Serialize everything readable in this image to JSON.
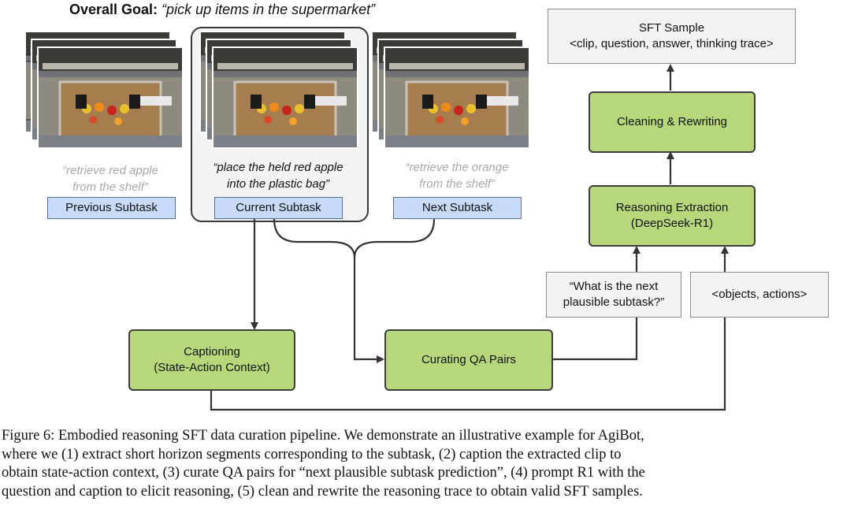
{
  "goal": {
    "label": "Overall Goal:",
    "text": "“pick up items in the supermarket”"
  },
  "subtasks": {
    "previous": {
      "quote_line1": "“retrieve red apple",
      "quote_line2": "from the shelf”",
      "label": "Previous Subtask"
    },
    "current": {
      "quote_line1": "“place the held red apple",
      "quote_line2": "into the plastic bag”",
      "label": "Current Subtask"
    },
    "next": {
      "quote_line1": "“retrieve the orange",
      "quote_line2": "from the shelf”",
      "label": "Next Subtask"
    }
  },
  "nodes": {
    "captioning": {
      "line1": "Captioning",
      "line2": "(State-Action Context)"
    },
    "curating": {
      "label": "Curating QA Pairs"
    },
    "question": {
      "line1": "“What is the next",
      "line2": "plausible subtask?”"
    },
    "objects": {
      "label": "<objects, actions>"
    },
    "reasoning": {
      "line1": "Reasoning Extraction",
      "line2": "(DeepSeek-R1)"
    },
    "cleaning": {
      "label": "Cleaning & Rewriting"
    },
    "sft": {
      "line1": "SFT Sample",
      "line2": "<clip, question, answer, thinking trace>"
    }
  },
  "caption": {
    "line1": "Figure 6: Embodied reasoning SFT data curation pipeline. We demonstrate an illustrative example for AgiBot,",
    "line2": "where we (1) extract short horizon segments corresponding to the subtask, (2) caption the extracted clip to",
    "line3": "obtain state-action context, (3) curate QA pairs for “next plausible subtask prediction”, (4) prompt R1 with the",
    "line4": "question and caption to elicit reasoning, (5) clean and rewrite the reasoning trace to obtain valid SFT samples."
  },
  "colors": {
    "green_node": "#b6d77a",
    "subtask_blue": "#c9daf8",
    "gray_box": "#f3f3f3",
    "arrow": "#333333"
  }
}
